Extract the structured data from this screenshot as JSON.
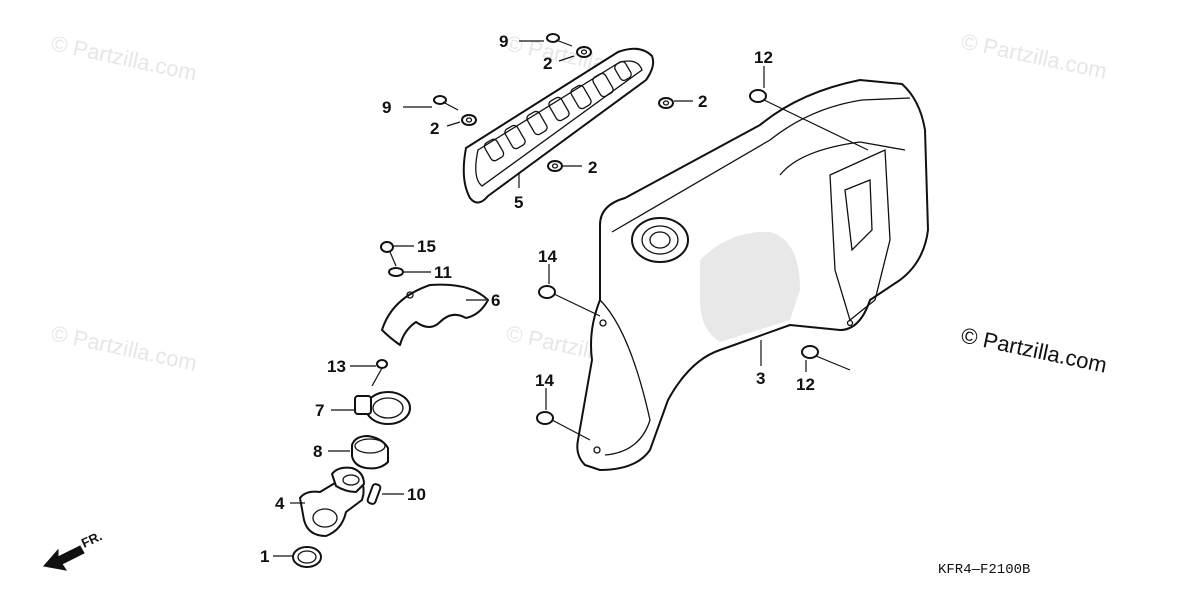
{
  "watermarks": [
    "© Partzilla.com",
    "© Partzilla.com",
    "© Partzilla.com",
    "© Partzilla.com",
    "© Partzilla.com"
  ],
  "copyright": "© Partzilla.com",
  "part_code": "KFR4—F2100B",
  "direction_label": "FR.",
  "callouts": [
    "9",
    "2",
    "2",
    "9",
    "2",
    "2",
    "5",
    "12",
    "15",
    "11",
    "6",
    "14",
    "13",
    "7",
    "3",
    "12",
    "14",
    "8",
    "4",
    "10",
    "1"
  ]
}
